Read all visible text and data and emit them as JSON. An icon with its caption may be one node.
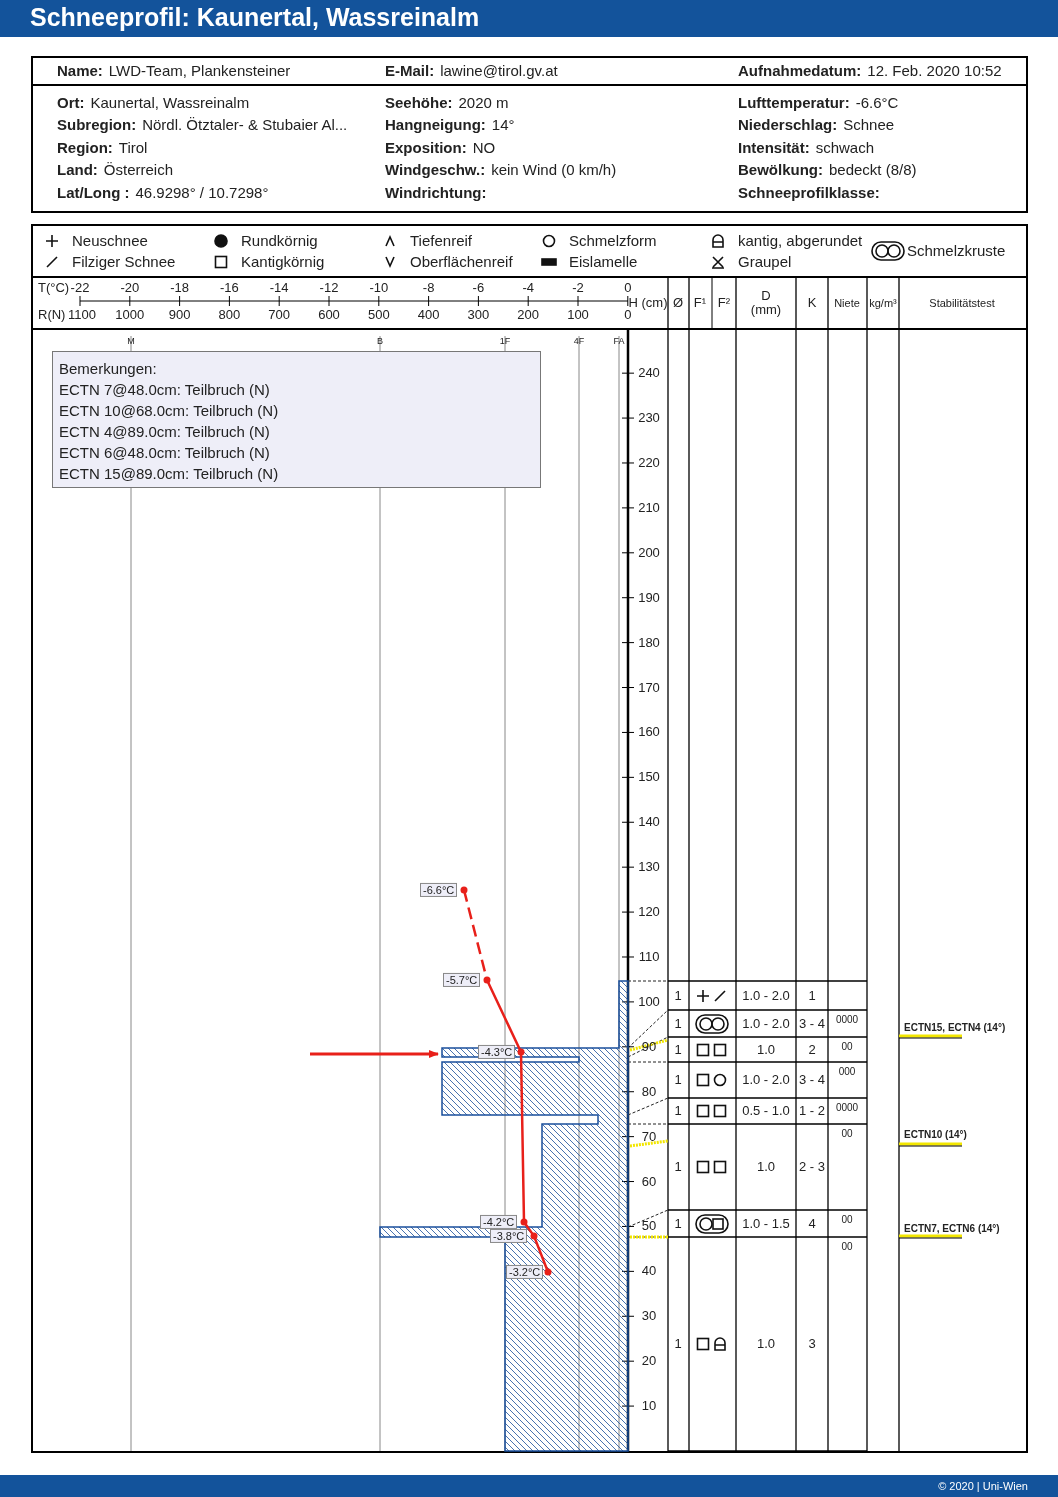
{
  "diagram": {
    "title": "Schneeprofil: Kaunertal, Wassreinalm",
    "nodes": [
      {
        "text": [
          "Bemerkungen:",
          "ECTN 7@48.0cm: Teilbruch (N)",
          "ECTN 10@68.0cm: Teilbruch (N)",
          "ECTN 4@89.0cm: Teilbruch (N)",
          "ECTN 6@48.0cm: Teilbruch (N)",
          "ECTN 15@89.0cm: Teilbruch (N)"
        ]
      }
    ],
    "labels": [
      "Name:",
      "LWD-Team, Plankensteiner",
      "E-Mail:",
      "lawine@tirol.gv.at",
      "Aufnahmedatum:",
      "12. Feb. 2020 10:52",
      "Ort:",
      "Kaunertal, Wassreinalm",
      "Seehöhe:",
      "2020 m",
      "Lufttemperatur:",
      "-6.6°C",
      "Subregion:",
      "Nördl. Ötztaler- & Stubaier Al...",
      "Hangneigung:",
      "14°",
      "Niederschlag:",
      "Schnee",
      "Region:",
      "Tirol",
      "Exposition:",
      "NO",
      "Intensität:",
      "schwach",
      "Land:",
      "Österreich",
      "Windgeschw.:",
      "kein Wind (0 km/h)",
      "Bewölkung:",
      "bedeckt (8/8)",
      "Lat/Long :",
      "46.9298° / 10.7298°",
      "Windrichtung:",
      "Schneeprofilklasse:",
      "T(°C)",
      "-22",
      "-20",
      "-18",
      "-16",
      "-14",
      "-12",
      "-10",
      "-8",
      "-6",
      "-4",
      "-2",
      "0",
      "R(N)",
      "1100",
      "1000",
      "900",
      "800",
      "700",
      "600",
      "500",
      "400",
      "300",
      "200",
      "100",
      "0",
      "H (cm)",
      "Ø",
      "F¹",
      "F²",
      "D (mm)",
      "K",
      "Niete",
      "kg/m³",
      "Stabilitätstest",
      "M",
      "B",
      "1F",
      "4F",
      "FA",
      "240",
      "230",
      "220",
      "210",
      "200",
      "190",
      "180",
      "170",
      "160",
      "150",
      "140",
      "130",
      "120",
      "110",
      "100",
      "90",
      "80",
      "70",
      "60",
      "50",
      "40",
      "30",
      "20",
      "10",
      "-6.6°C",
      "-5.7°C",
      "-4.3°C",
      "-4.2°C",
      "-3.8°C",
      "-3.2°C",
      "1",
      "1.0 - 2.0",
      "1",
      "1",
      "1.0 - 2.0",
      "3 - 4",
      "0000",
      "1",
      "1.0",
      "2",
      "00",
      "1",
      "1.0 - 2.0",
      "3 - 4",
      "000",
      "1",
      "0.5 - 1.0",
      "1 - 2",
      "0000",
      "1",
      "1.0",
      "2 - 3",
      "00",
      "1",
      "1.0 - 1.5",
      "4",
      "00",
      "1",
      "1.0",
      "3",
      "00",
      "ECTN15, ECTN4 (14°)",
      "ECTN10 (14°)",
      "ECTN7, ECTN6 (14°)",
      "© 2020 | Uni-Wien"
    ],
    "legend": [
      {
        "text": "Neuschnee"
      },
      {
        "text": "Rundkörnig"
      },
      {
        "text": "Tiefenreif"
      },
      {
        "text": "Schmelzform"
      },
      {
        "text": "kantig, abgerundet"
      },
      {
        "text": "Schmelzkruste"
      },
      {
        "text": "Filziger Schnee"
      },
      {
        "text": "Kantigkörnig"
      },
      {
        "text": "Oberflächenreif"
      },
      {
        "text": "Eislamelle"
      },
      {
        "text": "Graupel"
      }
    ]
  }
}
